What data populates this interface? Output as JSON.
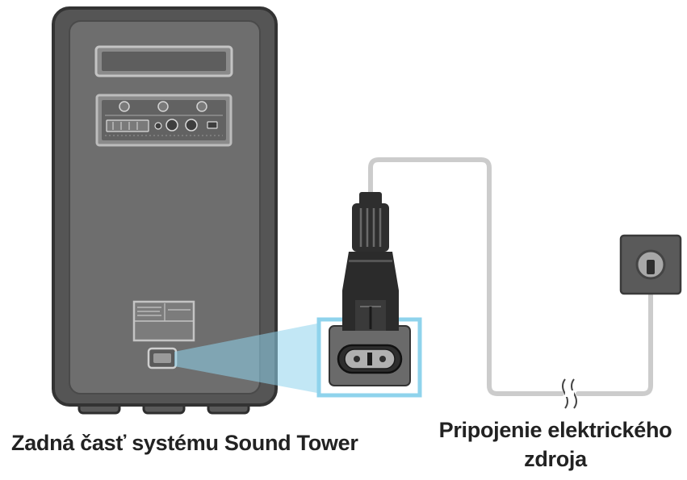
{
  "captions": {
    "sound_tower_back": "Zadná časť systému Sound Tower",
    "power_connection_line1": "Pripojenie elektrického",
    "power_connection_line2": "zdroja"
  },
  "colors": {
    "speaker_body": "#6e6e6e",
    "speaker_outline": "#3a3a3a",
    "highlight_cyan": "#8fd3ec",
    "cable_gray": "#c8c8c8",
    "plug_dark": "#2e2e2e"
  }
}
